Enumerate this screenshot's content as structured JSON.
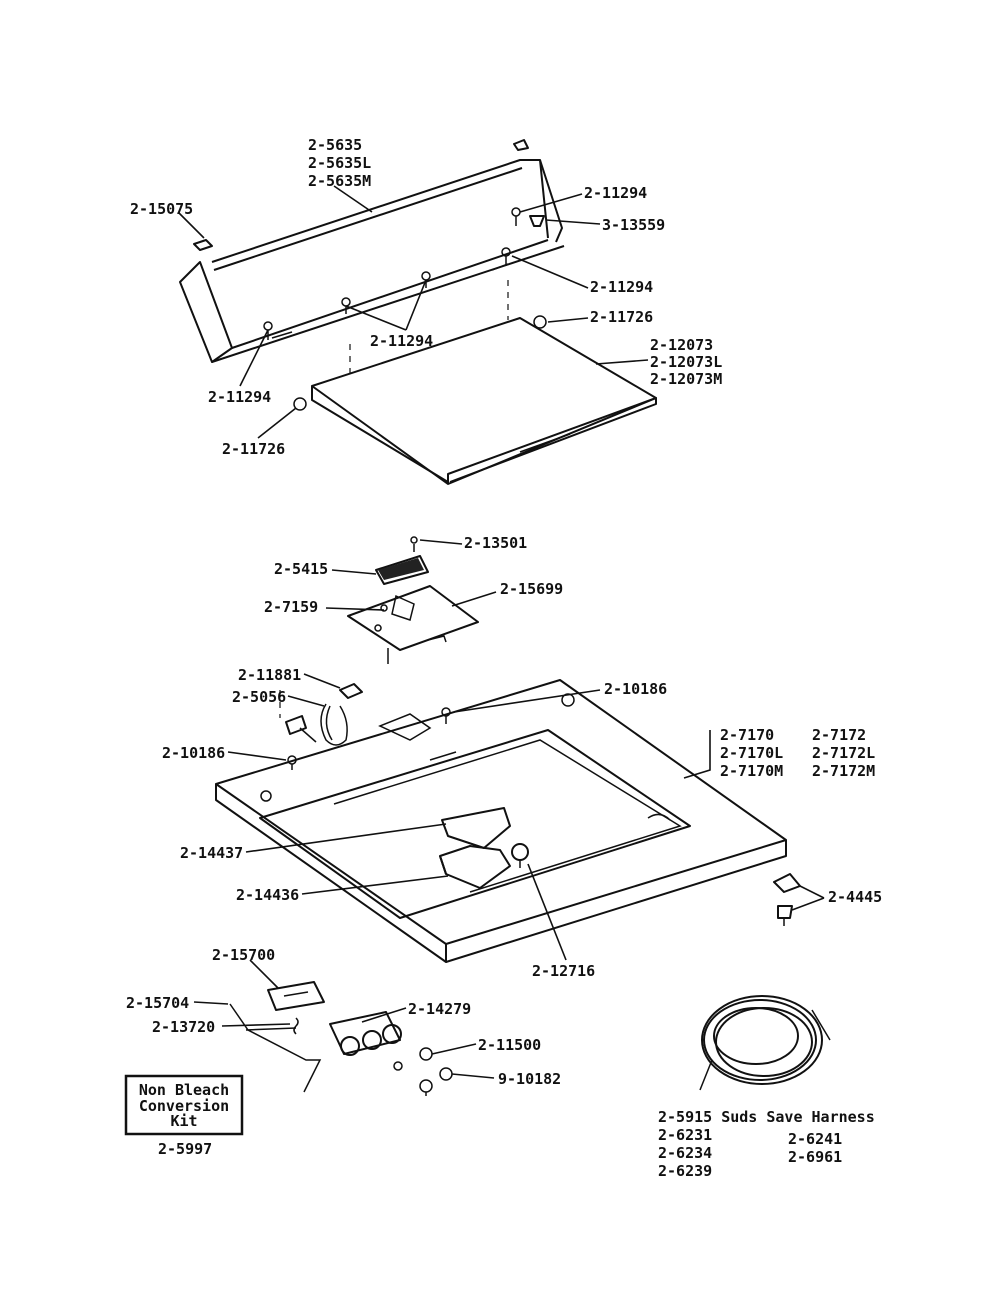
{
  "parts": {
    "console": [
      "2-5635",
      "2-5635L",
      "2-5635M"
    ],
    "clip_left": "2-15075",
    "screw_upper_right": "2-11294",
    "plug_button": "3-13559",
    "screw_right": "2-11294",
    "bumper_right": "2-11726",
    "screw_center": "2-11294",
    "lid": [
      "2-12073",
      "2-12073L",
      "2-12073M"
    ],
    "screw_lower_left": "2-11294",
    "bumper_left": "2-11726",
    "screw_switch": "2-13501",
    "switch": "2-5415",
    "bracket_screw": "2-7159",
    "bracket": "2-15699",
    "switch_small": "2-11881",
    "cord": "2-5056",
    "screw_top_right": "2-10186",
    "screw_top_left": "2-10186",
    "top_col1": [
      "2-7170",
      "2-7170L",
      "2-7170M"
    ],
    "top_col2": [
      "2-7172",
      "2-7172L",
      "2-7172M"
    ],
    "bleach_funnel": "2-14437",
    "bleach_cup": "2-14436",
    "hinge_pin": "2-12716",
    "clip_nut": "2-4445",
    "bracket_bleach": "2-15700",
    "rod": "2-15704",
    "spring": "2-13720",
    "dispenser_valve": "2-14279",
    "nut": "2-11500",
    "screw_valve": "9-10182",
    "kit_box": [
      "Non Bleach",
      "Conversion",
      "Kit"
    ],
    "kit_number": "2-5997",
    "harness_title": "2-5915 Suds Save Harness",
    "harness_col1": [
      "2-6231",
      "2-6234",
      "2-6239"
    ],
    "harness_col2": [
      "2-6241",
      "2-6961"
    ]
  }
}
